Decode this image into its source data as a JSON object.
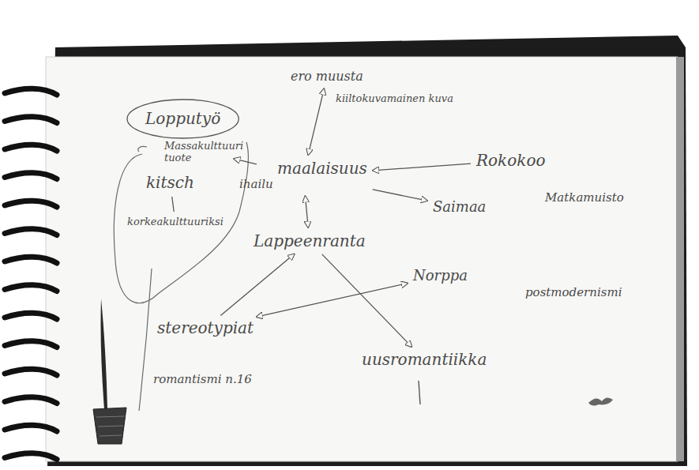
{
  "diagram": {
    "nodes": [
      {
        "text": [
          "Lopputyö"
        ]
      },
      {
        "text": [
          "ero muusta"
        ]
      },
      {
        "text": [
          "Massakulttuuri tuote"
        ]
      },
      {
        "text": [
          "maalaisuus",
          "ihailu"
        ]
      },
      {
        "text": [
          "Rokokoo"
        ]
      },
      {
        "text": [
          "kitsch"
        ]
      },
      {
        "text": [
          "Saimaa"
        ]
      },
      {
        "text": [
          "korkeakulttuuriksi"
        ]
      },
      {
        "text": [
          "Lappeenranta"
        ]
      },
      {
        "text": [
          "Norppa"
        ]
      },
      {
        "text": [
          "stereotypiat"
        ]
      },
      {
        "text": [
          "uusromantiikka"
        ]
      }
    ],
    "edges": [
      {
        "from": 2,
        "to": 3,
        "arrow": "to"
      },
      {
        "from": 1,
        "to": 3,
        "arrow": "both"
      },
      {
        "from": 4,
        "to": 3,
        "arrow": "to"
      },
      {
        "from": 3,
        "to": 6,
        "arrow": "to"
      },
      {
        "from": 3,
        "to": 8,
        "arrow": "both"
      },
      {
        "from": 5,
        "to": 7,
        "arrow": "none"
      },
      {
        "from": 10,
        "to": 8,
        "arrow": "to"
      },
      {
        "from": 10,
        "to": 9,
        "arrow": "both"
      },
      {
        "from": 8,
        "to": 11,
        "arrow": "to"
      }
    ],
    "labels": [
      "kiiltokuvamainen kuva",
      "Matkamuisto",
      "postmodernismi",
      "romantismi n.16"
    ]
  }
}
